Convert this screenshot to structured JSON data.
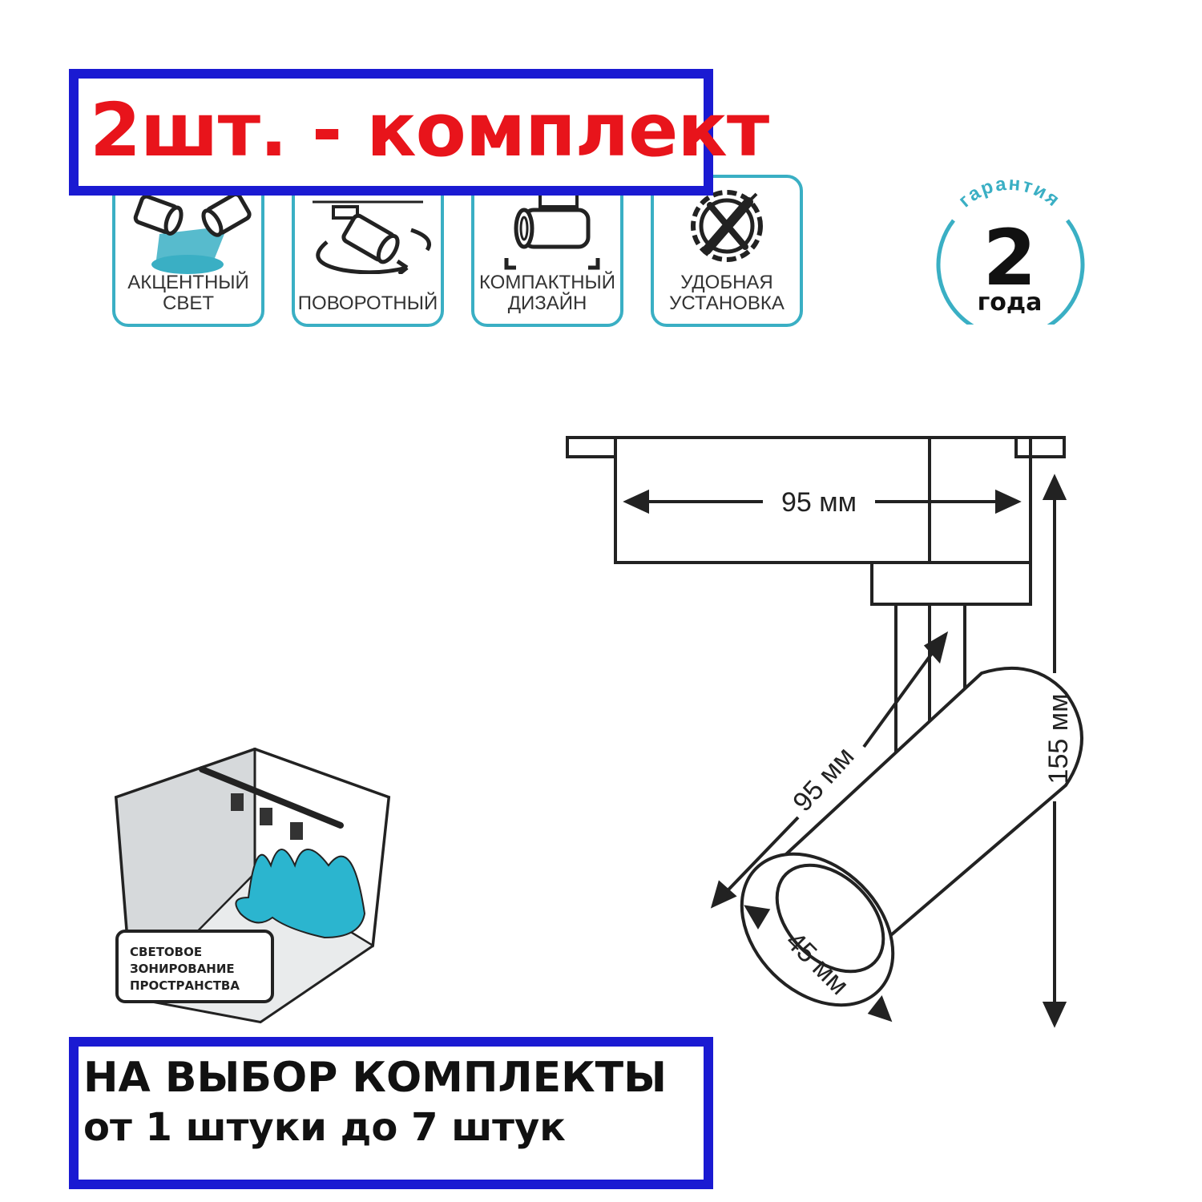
{
  "banner": {
    "text": "2шт. - комплект",
    "text_color": "#e8141b",
    "border_color": "#1a1ad2"
  },
  "features": [
    {
      "label": "АКЦЕНТНЫЙ\nСВЕТ",
      "icon": "spotlight-icon"
    },
    {
      "label": "ПОВОРОТНЫЙ",
      "icon": "rotate-icon"
    },
    {
      "label": "КОМПАКТНЫЙ\nДИЗАЙН",
      "icon": "compact-icon"
    },
    {
      "label": "УДОБНАЯ\nУСТАНОВКА",
      "icon": "tools-icon"
    }
  ],
  "warranty": {
    "top": "гарантия",
    "number": "2",
    "bottom": "года",
    "accent": "#3aafc4"
  },
  "zone": {
    "label": "СВЕТОВОЕ\nЗОНИРОВАНИЕ\nПРОСТРАНСТВА",
    "accent": "#2bb5cf"
  },
  "dimensions": {
    "width": "95 мм",
    "length": "95 мм",
    "height": "155 мм",
    "diameter": "45 мм"
  },
  "bottom_banner": {
    "line1": "НА ВЫБОР КОМПЛЕКТЫ",
    "line2": "от 1 штуки до 7 штук"
  }
}
